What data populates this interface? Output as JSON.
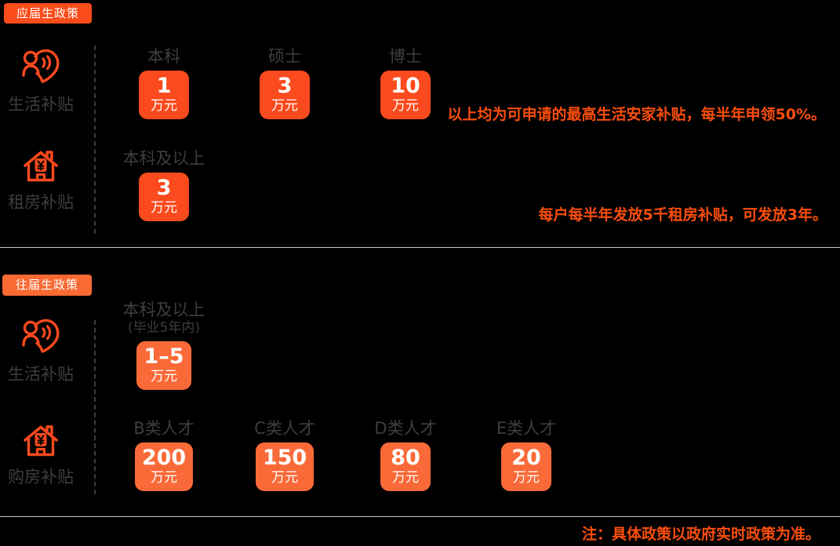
{
  "colors": {
    "background": "#000000",
    "badge_fresh_bg": "#fb4c1b",
    "badge_prev_bg": "#fa6a33",
    "value_badge_s1": "#fb4a1d",
    "value_badge_s2": "#fa6a38",
    "note_text": "#fa4e0d",
    "gray_text": "#3e3e3e",
    "divider": "#c8c8c8",
    "dash_line": "#3d3d3d",
    "icon": "#fa4a1e"
  },
  "sections": [
    {
      "badge": "应届生政策",
      "rows": [
        {
          "icon": "people-heart-icon",
          "label": "生活补贴",
          "columns": [
            {
              "header": "本科",
              "value": "1",
              "unit": "万元"
            },
            {
              "header": "硕士",
              "value": "3",
              "unit": "万元"
            },
            {
              "header": "博士",
              "value": "10",
              "unit": "万元"
            }
          ],
          "note": "以上均为可申请的最高生活安家补贴，每半年申领50%。"
        },
        {
          "icon": "house-yen-icon",
          "label": "租房补贴",
          "columns": [
            {
              "header": "本科及以上",
              "value": "3",
              "unit": "万元"
            }
          ],
          "note": "每户每半年发放5千租房补贴，可发放3年。"
        }
      ]
    },
    {
      "badge": "往届生政策",
      "rows": [
        {
          "icon": "people-heart-icon",
          "label": "生活补贴",
          "columns": [
            {
              "header": "本科及以上",
              "subheader": "(毕业5年内)",
              "value": "1–5",
              "unit": "万元"
            }
          ]
        },
        {
          "icon": "house-yen-icon",
          "label": "购房补贴",
          "columns": [
            {
              "header": "B类人才",
              "value": "200",
              "unit": "万元"
            },
            {
              "header": "C类人才",
              "value": "150",
              "unit": "万元"
            },
            {
              "header": "D类人才",
              "value": "80",
              "unit": "万元"
            },
            {
              "header": "E类人才",
              "value": "20",
              "unit": "万元"
            }
          ]
        }
      ]
    }
  ],
  "footer": {
    "note": "注：具体政策以政府实时政策为准。"
  }
}
